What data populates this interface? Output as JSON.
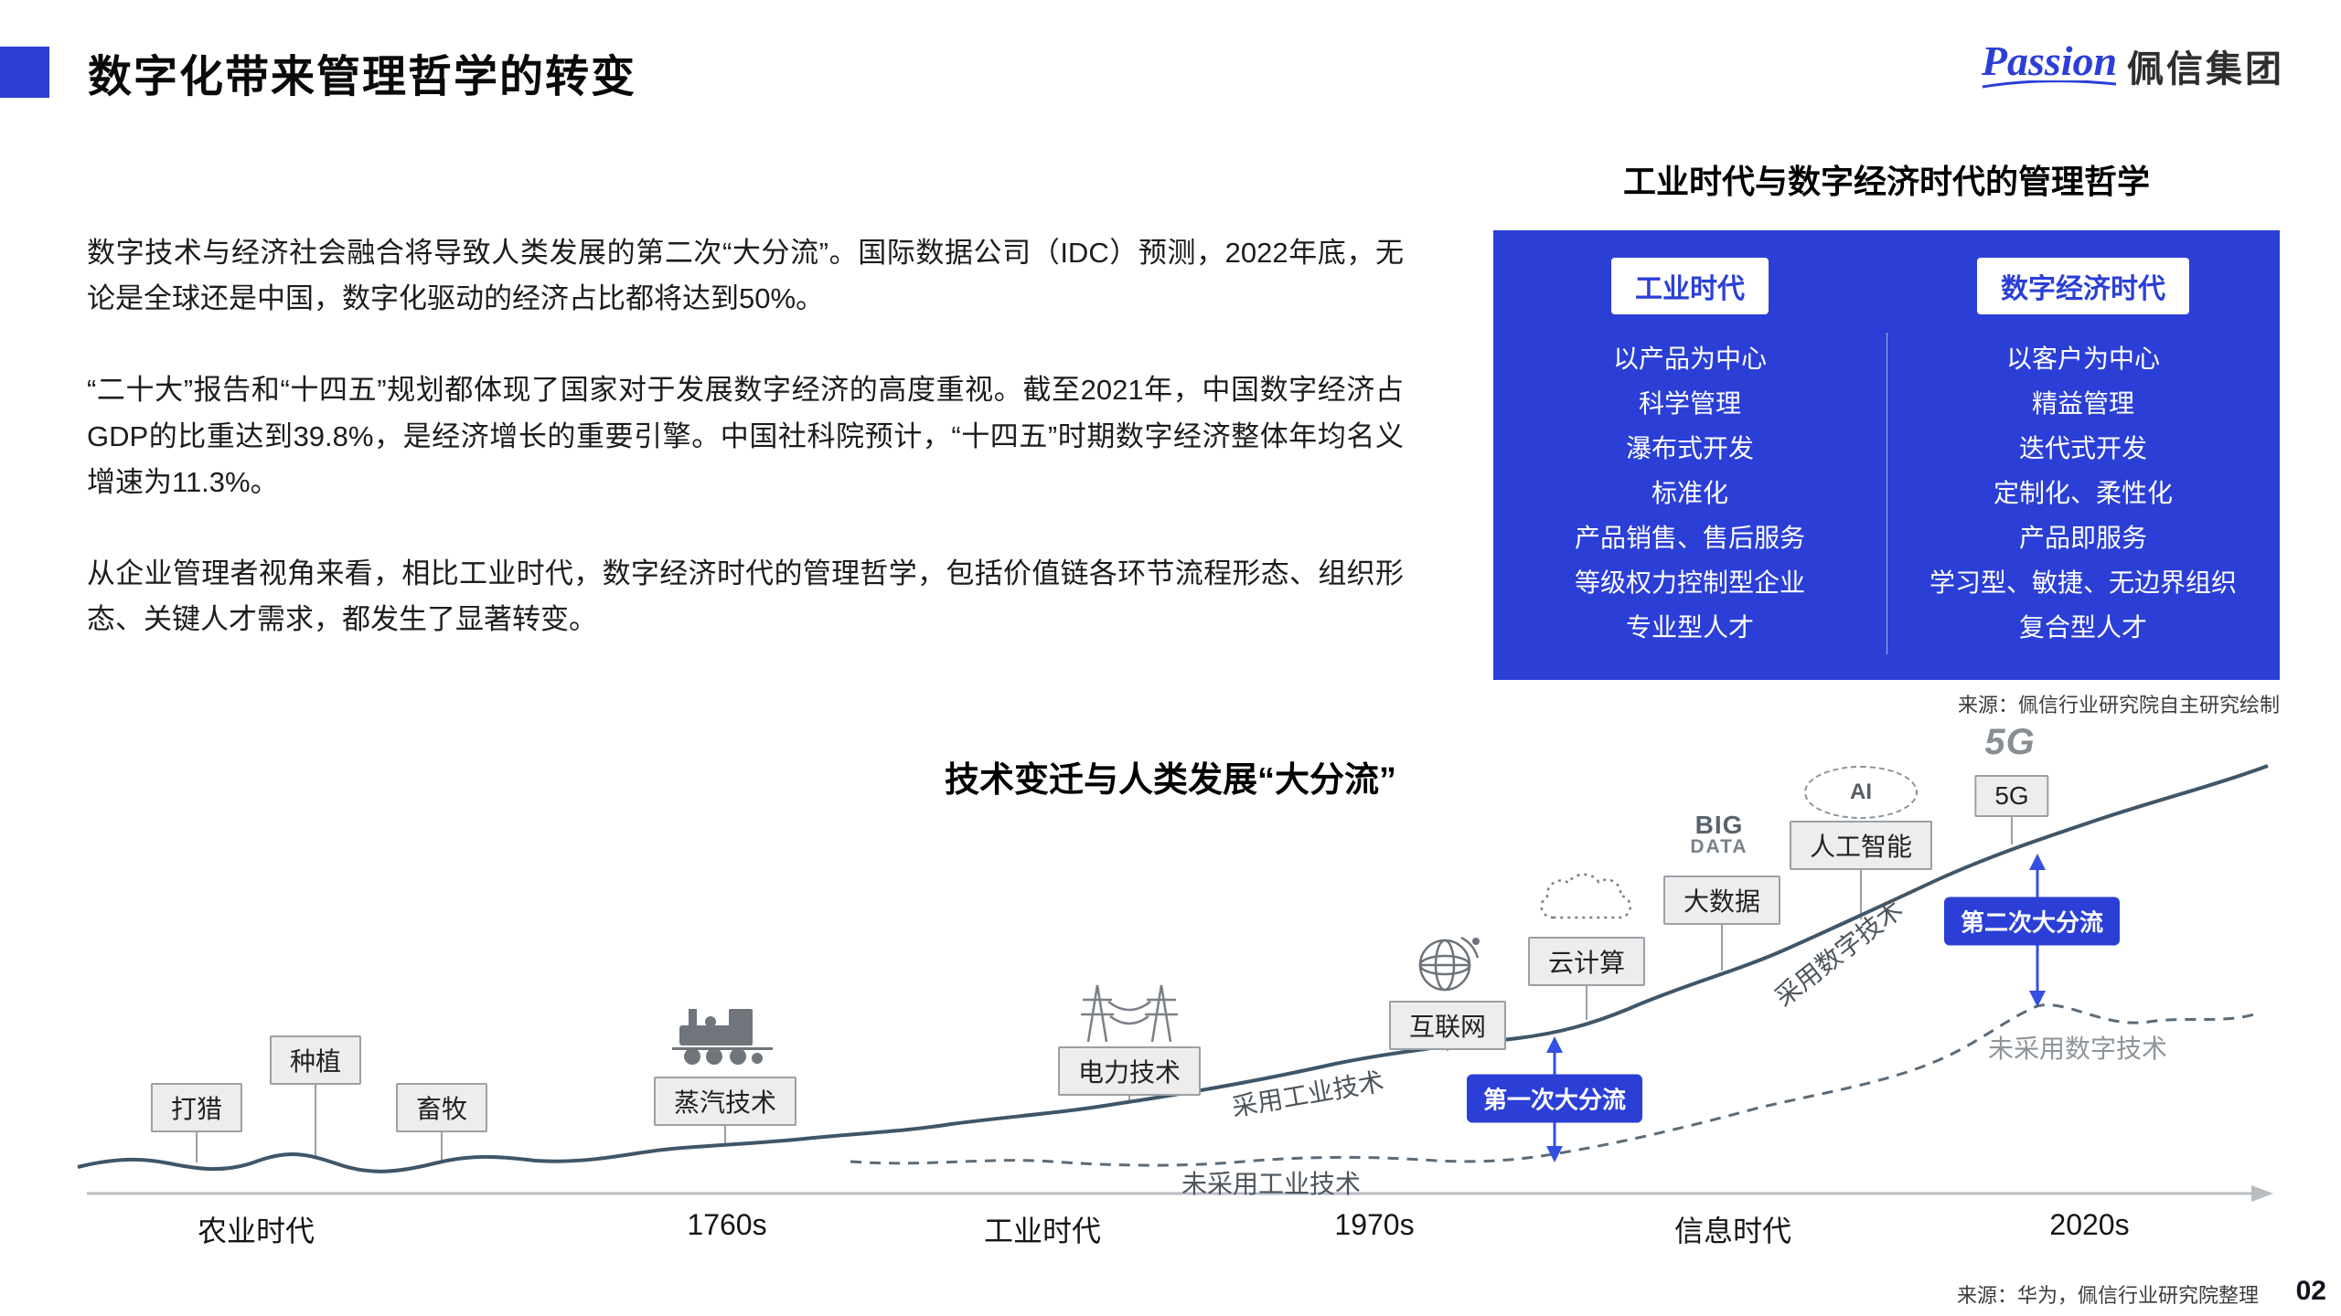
{
  "header": {
    "title": "数字化带来管理哲学的转变",
    "logo_passion": "Passion",
    "logo_company": "佩信集团"
  },
  "intro": {
    "p1": "数字技术与经济社会融合将导致人类发展的第二次“大分流”。国际数据公司（IDC）预测，2022年底，无论是全球还是中国，数字化驱动的经济占比都将达到50%。",
    "p2": "“二十大”报告和“十四五”规划都体现了国家对于发展数字经济的高度重视。截至2021年，中国数字经济占GDP的比重达到39.8%，是经济增长的重要引擎。中国社科院预计，“十四五”时期数字经济整体年均名义增速为11.3%。",
    "p3": "从企业管理者视角来看，相比工业时代，数字经济时代的管理哲学，包括价值链各环节流程形态、组织形态、关键人才需求，都发生了显著转变。"
  },
  "comparison": {
    "title": "工业时代与数字经济时代的管理哲学",
    "columns": [
      {
        "header": "工业时代",
        "items": [
          "以产品为中心",
          "科学管理",
          "瀑布式开发",
          "标准化",
          "产品销售、售后服务",
          "等级权力控制型企业",
          "专业型人才"
        ]
      },
      {
        "header": "数字经济时代",
        "items": [
          "以客户为中心",
          "精益管理",
          "迭代式开发",
          "定制化、柔性化",
          "产品即服务",
          "学习型、敏捷、无边界组织",
          "复合型人才"
        ]
      }
    ],
    "source": "来源：佩信行业研究院自主研究绘制"
  },
  "chart": {
    "title": "技术变迁与人类发展“大分流”",
    "eras": [
      "农业时代",
      "1760s",
      "工业时代",
      "1970s",
      "信息时代",
      "2020s"
    ],
    "nodes": [
      "打猎",
      "种植",
      "畜牧",
      "蒸汽技术",
      "电力技术",
      "互联网",
      "云计算",
      "大数据",
      "人工智能",
      "5G"
    ],
    "curve_labels": {
      "adopt_industrial": "采用工业技术",
      "no_industrial": "未采用工业技术",
      "adopt_digital": "采用数字技术",
      "no_digital": "未采用数字技术"
    },
    "divergences": [
      "第一次大分流",
      "第二次大分流"
    ],
    "icons": {
      "big_data_line1": "BIG",
      "big_data_line2": "DATA",
      "ai": "AI",
      "five_g": "5G"
    }
  },
  "chart_data": {
    "type": "line",
    "title": "技术变迁与人类发展“大分流”",
    "x_axis": {
      "labels": [
        "农业时代",
        "1760s",
        "工业时代",
        "1970s",
        "信息时代",
        "2020s"
      ]
    },
    "milestones": [
      {
        "label": "打猎",
        "era": "农业时代"
      },
      {
        "label": "种植",
        "era": "农业时代"
      },
      {
        "label": "畜牧",
        "era": "农业时代"
      },
      {
        "label": "蒸汽技术",
        "era": "1760s"
      },
      {
        "label": "电力技术",
        "era": "工业时代"
      },
      {
        "label": "互联网",
        "era": "1970s"
      },
      {
        "label": "云计算",
        "era": "信息时代"
      },
      {
        "label": "大数据",
        "era": "信息时代"
      },
      {
        "label": "人工智能",
        "era": "信息时代"
      },
      {
        "label": "5G",
        "era": "2020s"
      }
    ],
    "series": [
      {
        "name": "采用工业技术 / 采用数字技术",
        "style": "solid",
        "trend": "持续加速上升"
      },
      {
        "name": "未采用工业技术 / 未采用数字技术",
        "style": "dashed",
        "trend": "缓慢上升"
      }
    ],
    "annotations": [
      {
        "label": "第一次大分流",
        "between": [
          "采用工业技术",
          "未采用工业技术"
        ],
        "x": "1970s"
      },
      {
        "label": "第二次大分流",
        "between": [
          "采用数字技术",
          "未采用数字技术"
        ],
        "x": "2020s"
      }
    ],
    "grid": false,
    "legend_position": "inline-on-curves"
  },
  "footer": {
    "source": "来源：华为，佩信行业研究院整理",
    "page": "02"
  }
}
